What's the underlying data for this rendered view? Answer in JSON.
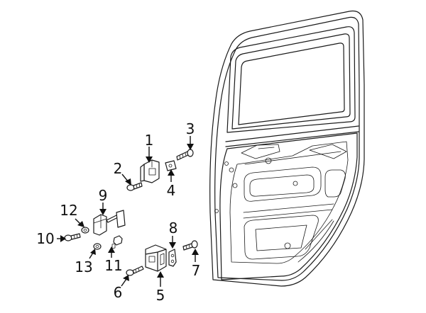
{
  "diagram": {
    "callouts": [
      {
        "id": "1",
        "label": "1"
      },
      {
        "id": "2",
        "label": "2"
      },
      {
        "id": "3",
        "label": "3"
      },
      {
        "id": "4",
        "label": "4"
      },
      {
        "id": "5",
        "label": "5"
      },
      {
        "id": "6",
        "label": "6"
      },
      {
        "id": "7",
        "label": "7"
      },
      {
        "id": "8",
        "label": "8"
      },
      {
        "id": "9",
        "label": "9"
      },
      {
        "id": "10",
        "label": "10"
      },
      {
        "id": "11",
        "label": "11"
      },
      {
        "id": "12",
        "label": "12"
      },
      {
        "id": "13",
        "label": "13"
      }
    ],
    "colors": {
      "line": "#1a1a1a",
      "background": "#ffffff"
    }
  }
}
